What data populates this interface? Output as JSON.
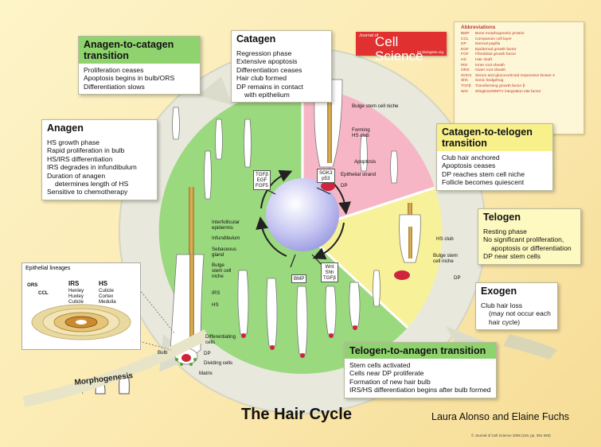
{
  "journal": {
    "small": "Journal of",
    "name": "Cell Science",
    "url": "jcs.biologists.org"
  },
  "title": "The Hair Cycle",
  "authors": "Laura Alonso and Elaine Fuchs",
  "copyright": "© Journal of Cell Science 2006 (119, pp. 391-393)",
  "morphogenesis": "Morphogenesis",
  "abbreviations": {
    "title": "Abbreviations",
    "items": [
      {
        "key": "BMP",
        "value": "Bone morphogenetic protein"
      },
      {
        "key": "CCL",
        "value": "Companion cell layer"
      },
      {
        "key": "DP",
        "value": "Dermal papilla"
      },
      {
        "key": "EGF",
        "value": "Epidermal growth factor"
      },
      {
        "key": "FGF",
        "value": "Fibroblast growth factor"
      },
      {
        "key": "HS",
        "value": "Hair shaft"
      },
      {
        "key": "IRS",
        "value": "Inner root sheath"
      },
      {
        "key": "ORS",
        "value": "Outer root sheath"
      },
      {
        "key": "SGK3",
        "value": "Serum and glucocorticoid responsive kinase 3"
      },
      {
        "key": "Shh",
        "value": "Sonic hedgehog"
      },
      {
        "key": "TGFβ",
        "value": "Transforming growth factor β"
      },
      {
        "key": "Wnt",
        "value": "Wingless/MMTV integration site factor"
      }
    ]
  },
  "boxes": {
    "anagen_catagen": {
      "title": "Anagen-to-catagen transition",
      "lines": [
        "Proliferation ceases",
        "Apoptosis begins in bulb/ORS",
        "Differentiation slows"
      ]
    },
    "catagen": {
      "title": "Catagen",
      "lines": [
        "Regression phase",
        "Extensive apoptosis",
        "Differentiation ceases",
        "Hair club formed",
        "DP remains in contact",
        "with epithelium"
      ]
    },
    "anagen": {
      "title": "Anagen",
      "lines": [
        "HS growth phase",
        "Rapid proliferation in bulb",
        "HS/IRS differentiation",
        "IRS degrades in infundibulum",
        "Duration of anagen",
        "determines length of HS",
        "Sensitive to chemotherapy"
      ]
    },
    "catagen_telogen": {
      "title": "Catagen-to-telogen transition",
      "lines": [
        "Club hair anchored",
        "Apoptosis ceases",
        "DP reaches stem cell niche",
        "Follicle becomes quiescent"
      ]
    },
    "telogen": {
      "title": "Telogen",
      "lines": [
        "Resting phase",
        "No significant proliferation,",
        "apoptosis or differentiation",
        "DP near stem cells"
      ]
    },
    "exogen": {
      "title": "Exogen",
      "lines": [
        "Club hair loss",
        "(may not occur each",
        "hair cycle)"
      ]
    },
    "telogen_anagen": {
      "title": "Telogen-to-anagen transition",
      "lines": [
        "Stem cells activated",
        "Cells near DP proliferate",
        "Formation of new hair bulb",
        "IRS/HS differentiation begins after bulb formed"
      ]
    }
  },
  "signals": {
    "top_left": [
      "TGFβ",
      "EGF",
      "FGF5"
    ],
    "top_right": [
      "SGK3",
      "p53"
    ],
    "bottom_left": [
      "BMP"
    ],
    "bottom_right": [
      "Wnt",
      "Shh",
      "TGFβ"
    ]
  },
  "labels": {
    "bulge_niche": "Bulge stem cell niche",
    "forming_club": "Forming HS club",
    "apoptosis": "Apoptosis",
    "epithelial_strand": "Epithelial strand",
    "dp": "DP",
    "hs_club": "HS club",
    "bulge_niche2": "Bulge stem cell niche",
    "dp2": "DP",
    "interfollicular": "Interfollicular epidermis",
    "infundibulum": "Infundibulum",
    "sebaceous": "Sebaceous gland",
    "bulge_niche3": "Bulge stem cell niche",
    "irs": "IRS",
    "hs": "HS",
    "differentiating": "Differentiating cells",
    "dp3": "DP",
    "dividing": "Dividing cells",
    "matrix": "Matrix",
    "bulb": "Bulb"
  },
  "lineage": {
    "title": "Epithelial lineages",
    "ors": "ORS",
    "ccl": "CCL",
    "irs": "IRS",
    "hs": "HS",
    "irs_items": [
      "Henley",
      "Huxley",
      "Cuticle"
    ],
    "hs_items": [
      "Cuticle",
      "Cortex",
      "Medulla"
    ]
  },
  "colors": {
    "anagen": "#9bd97f",
    "catagen": "#f7b6c6",
    "telogen": "#f7f29a",
    "outer": "#e6e6dc",
    "core": "#c9c9f4"
  }
}
